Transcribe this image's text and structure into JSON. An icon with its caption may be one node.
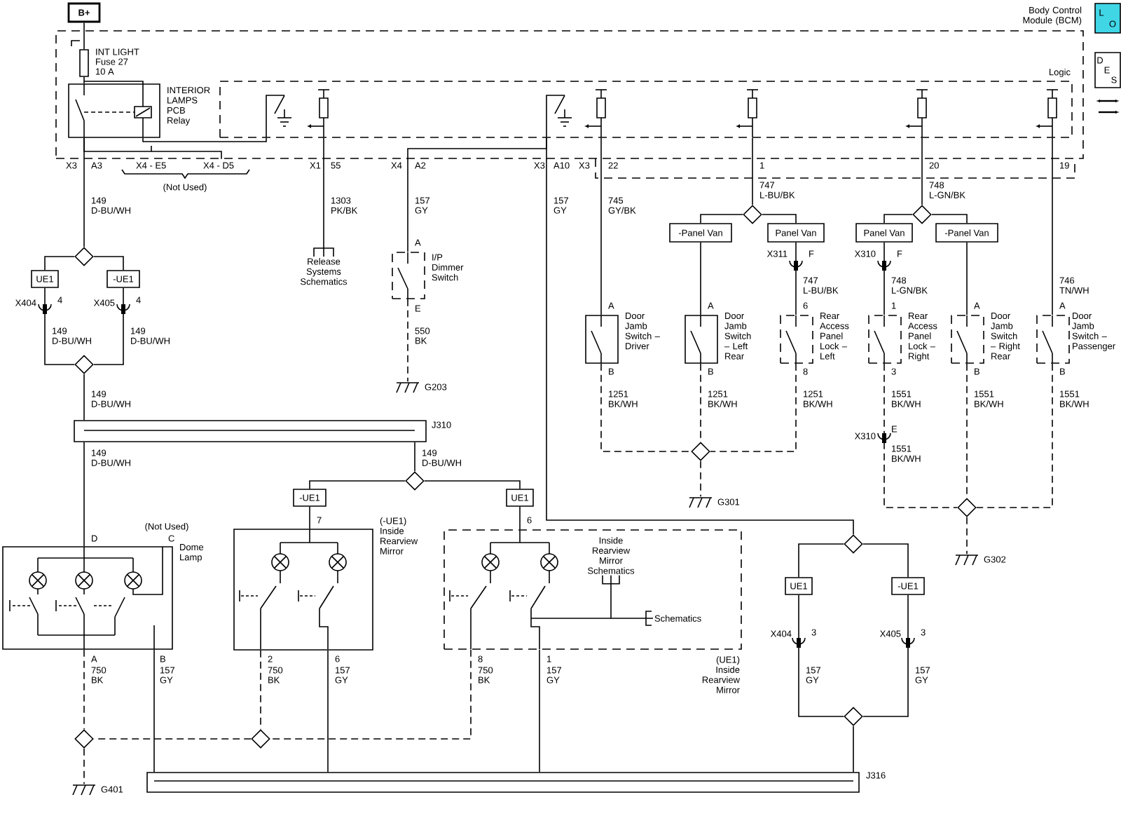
{
  "diagram": {
    "nodes": [
      {
        "text": [
          "B+"
        ]
      },
      {
        "text": [
          "Body Control Module (BCM)"
        ]
      },
      {
        "text": [
          "INT LIGHT",
          "Fuse 27",
          "10 A"
        ],
        "in": 1
      },
      {
        "text": [
          "INTERIOR LAMPS PCB Relay"
        ],
        "in": 1
      },
      {
        "text": [
          "Logic"
        ],
        "in": 1
      },
      {
        "text": [
          "Release Systems Schematics"
        ]
      },
      {
        "text": [
          "I/P Dimmer Switch"
        ]
      },
      {
        "text": [
          "G203"
        ]
      },
      {
        "text": [],
        "shape": "diamond"
      },
      {
        "text": [
          "UE1"
        ]
      },
      {
        "text": [
          "-UE1"
        ]
      },
      {
        "text": [],
        "shape": "diamond"
      },
      {
        "text": [
          "J310"
        ]
      },
      {
        "text": [
          "Dome Lamp"
        ]
      },
      {
        "text": [],
        "shape": "diamond"
      },
      {
        "text": [
          "-UE1"
        ]
      },
      {
        "text": [
          "UE1"
        ]
      },
      {
        "text": [
          "(-UE1) Inside Rearview Mirror"
        ]
      },
      {
        "text": [
          "(UE1) Inside Rearview Mirror"
        ]
      },
      {
        "text": [
          "Inside Rearview Mirror Schematics"
        ],
        "in": 18
      },
      {
        "text": [
          "Schematics"
        ],
        "in": 18
      },
      {
        "text": [
          "Door Jamb Switch – Driver"
        ]
      },
      {
        "text": [],
        "shape": "diamond"
      },
      {
        "text": [
          "-Panel Van"
        ]
      },
      {
        "text": [
          "Panel Van"
        ]
      },
      {
        "text": [
          "Door Jamb Switch – Left Rear"
        ]
      },
      {
        "text": [
          "Rear Access Panel Lock – Left"
        ]
      },
      {
        "text": [],
        "shape": "diamond"
      },
      {
        "text": [
          "G301"
        ]
      },
      {
        "text": [],
        "shape": "diamond"
      },
      {
        "text": [
          "Panel Van"
        ]
      },
      {
        "text": [
          "-Panel Van"
        ]
      },
      {
        "text": [
          "Rear Access Panel Lock – Right"
        ]
      },
      {
        "text": [
          "Door Jamb Switch – Right Rear"
        ]
      },
      {
        "text": [
          "Door Jamb Switch – Passenger"
        ]
      },
      {
        "text": [],
        "shape": "diamond"
      },
      {
        "text": [
          "G302"
        ]
      },
      {
        "text": [],
        "shape": "diamond"
      },
      {
        "text": [
          "UE1"
        ]
      },
      {
        "text": [
          "-UE1"
        ]
      },
      {
        "text": [],
        "shape": "diamond"
      },
      {
        "text": [
          "J316"
        ]
      },
      {
        "text": [],
        "shape": "diamond"
      },
      {
        "text": [],
        "shape": "diamond"
      },
      {
        "text": [
          "G401"
        ]
      },
      {
        "text": [
          "L",
          "O"
        ]
      },
      {
        "text": [
          "D",
          "E",
          "S"
        ]
      }
    ],
    "edges": [
      {
        "from": 0,
        "to": 2,
        "arrow": "none"
      },
      {
        "from": 2,
        "to": 3,
        "arrow": "none"
      },
      {
        "from": 3,
        "to": 8,
        "arrow": "none"
      },
      {
        "from": 4,
        "to": 5,
        "arrow": "none"
      },
      {
        "from": 4,
        "to": 6,
        "arrow": "none"
      },
      {
        "from": 6,
        "to": 7,
        "arrow": "none",
        "style": "dashed"
      },
      {
        "from": 4,
        "to": 37,
        "arrow": "none"
      },
      {
        "from": 8,
        "to": 9,
        "arrow": "none"
      },
      {
        "from": 8,
        "to": 10,
        "arrow": "none"
      },
      {
        "from": 9,
        "to": 11,
        "arrow": "none"
      },
      {
        "from": 10,
        "to": 11,
        "arrow": "none"
      },
      {
        "from": 11,
        "to": 12,
        "arrow": "none"
      },
      {
        "from": 12,
        "to": 13,
        "arrow": "none"
      },
      {
        "from": 12,
        "to": 14,
        "arrow": "none"
      },
      {
        "from": 14,
        "to": 15,
        "arrow": "none"
      },
      {
        "from": 14,
        "to": 16,
        "arrow": "none"
      },
      {
        "from": 15,
        "to": 17,
        "arrow": "none"
      },
      {
        "from": 16,
        "to": 18,
        "arrow": "none"
      },
      {
        "from": 4,
        "to": 21,
        "arrow": "none"
      },
      {
        "from": 4,
        "to": 22,
        "arrow": "none"
      },
      {
        "from": 22,
        "to": 23,
        "arrow": "none"
      },
      {
        "from": 22,
        "to": 24,
        "arrow": "none"
      },
      {
        "from": 23,
        "to": 25,
        "arrow": "none"
      },
      {
        "from": 24,
        "to": 26,
        "arrow": "none"
      },
      {
        "from": 21,
        "to": 27,
        "arrow": "none",
        "style": "dashed"
      },
      {
        "from": 25,
        "to": 27,
        "arrow": "none",
        "style": "dashed"
      },
      {
        "from": 26,
        "to": 27,
        "arrow": "none",
        "style": "dashed"
      },
      {
        "from": 27,
        "to": 28,
        "arrow": "none",
        "style": "dashed"
      },
      {
        "from": 4,
        "to": 29,
        "arrow": "none"
      },
      {
        "from": 29,
        "to": 30,
        "arrow": "none"
      },
      {
        "from": 29,
        "to": 31,
        "arrow": "none"
      },
      {
        "from": 30,
        "to": 32,
        "arrow": "none"
      },
      {
        "from": 31,
        "to": 33,
        "arrow": "none"
      },
      {
        "from": 4,
        "to": 34,
        "arrow": "none"
      },
      {
        "from": 32,
        "to": 35,
        "arrow": "none",
        "style": "dashed"
      },
      {
        "from": 33,
        "to": 35,
        "arrow": "none",
        "style": "dashed"
      },
      {
        "from": 34,
        "to": 35,
        "arrow": "none",
        "style": "dashed"
      },
      {
        "from": 35,
        "to": 36,
        "arrow": "none",
        "style": "dashed"
      },
      {
        "from": 37,
        "to": 38,
        "arrow": "none"
      },
      {
        "from": 37,
        "to": 39,
        "arrow": "none"
      },
      {
        "from": 38,
        "to": 40,
        "arrow": "none"
      },
      {
        "from": 39,
        "to": 40,
        "arrow": "none"
      },
      {
        "from": 40,
        "to": 41,
        "arrow": "none"
      },
      {
        "from": 13,
        "to": 42,
        "arrow": "none",
        "style": "dashed"
      },
      {
        "from": 17,
        "to": 43,
        "arrow": "none",
        "style": "dashed"
      },
      {
        "from": 43,
        "to": 42,
        "arrow": "none",
        "style": "dashed"
      },
      {
        "from": 18,
        "to": 43,
        "arrow": "none",
        "style": "dashed"
      },
      {
        "from": 42,
        "to": 44,
        "arrow": "none",
        "style": "dashed"
      },
      {
        "from": 13,
        "to": 41,
        "arrow": "none"
      },
      {
        "from": 17,
        "to": 41,
        "arrow": "none"
      },
      {
        "from": 18,
        "to": 41,
        "arrow": "none"
      },
      {
        "from": 19,
        "to": 20,
        "arrow": "none"
      },
      {
        "from": 3,
        "to": 4,
        "arrow": "none"
      },
      {
        "from": 3,
        "to": 1,
        "arrow": "none"
      }
    ],
    "labels": [
      "X3",
      "A3",
      "X4 - E5",
      "X4 - D5",
      "X1",
      "55",
      "X4",
      "A2",
      "X3",
      "A10",
      "X3",
      "22",
      "1",
      "20",
      "19",
      "(Not Used)",
      "747",
      "L-BU/BK",
      "748",
      "L-GN/BK",
      "149",
      "D-BU/WH",
      "1303",
      "PK/BK",
      "157",
      "GY",
      "157",
      "GY",
      "745",
      "GY/BK",
      "A",
      "X311",
      "F",
      "X310",
      "F",
      "747",
      "L-BU/BK",
      "748",
      "L-GN/BK",
      "746",
      "TN/WH",
      "X404",
      "4",
      "X405",
      "4",
      "A",
      "A",
      "6",
      "1",
      "A",
      "A",
      "E",
      "149",
      "D-BU/WH",
      "149",
      "D-BU/WH",
      "550",
      "BK",
      "B",
      "B",
      "8",
      "3",
      "B",
      "B",
      "1251",
      "BK/WH",
      "1251",
      "BK/WH",
      "1251",
      "BK/WH",
      "1551",
      "BK/WH",
      "1551",
      "BK/WH",
      "1551",
      "BK/WH",
      "149",
      "D-BU/WH",
      "X310",
      "E",
      "1551",
      "BK/WH",
      "149",
      "D-BU/WH",
      "149",
      "D-BU/WH",
      "7",
      "6",
      "(Not Used)",
      "D",
      "C",
      "X404",
      "3",
      "X405",
      "3",
      "A",
      "750",
      "BK",
      "B",
      "157",
      "GY",
      "2",
      "750",
      "BK",
      "6",
      "157",
      "GY",
      "8",
      "750",
      "BK",
      "1",
      "157",
      "GY",
      "157",
      "GY",
      "157",
      "GY"
    ]
  }
}
